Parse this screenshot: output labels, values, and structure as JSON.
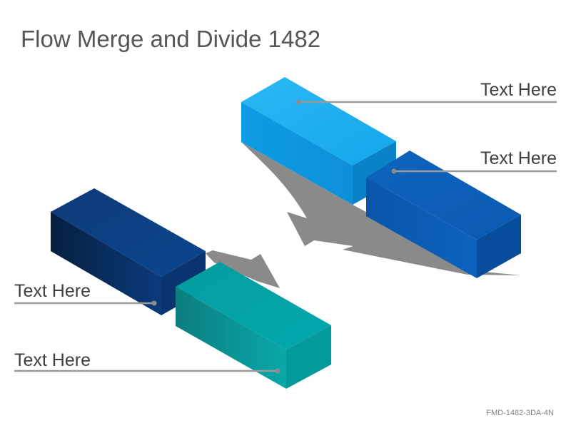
{
  "title": "Flow Merge and Divide 1482",
  "labels": {
    "right_top": "Text Here",
    "right_bottom": "Text Here",
    "left_top": "Text Here",
    "left_bottom": "Text Here"
  },
  "footer_code": "FMD-1482-3DA-4N",
  "colors": {
    "block_light_blue": "#14AAEE",
    "block_mid_blue": "#0B66C2",
    "block_navy": "#0E3D7E",
    "block_teal": "#00A3A8",
    "arrow_gray": "#8C8C8C",
    "leader_gray": "#9A9A9A"
  }
}
